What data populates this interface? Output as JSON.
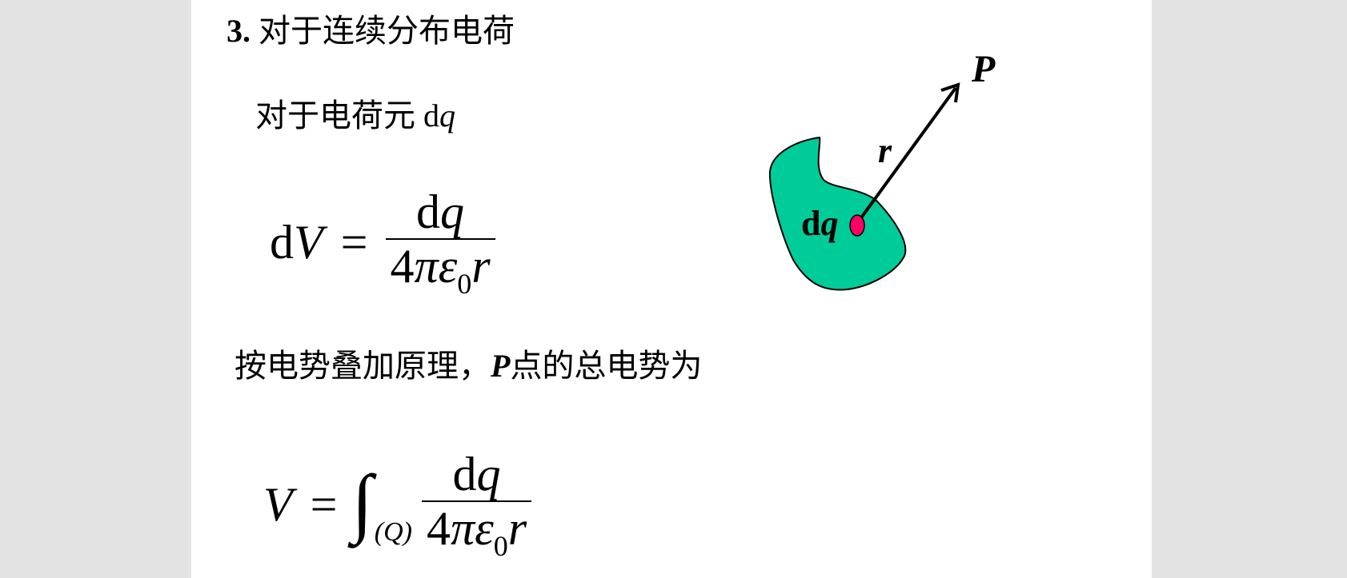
{
  "slide": {
    "heading": {
      "number": "3.",
      "text": "对于连续分布电荷"
    },
    "element_line": {
      "text": "对于电荷元 ",
      "symbol_d": "d",
      "symbol_q": "q"
    },
    "equation_dV": {
      "lhs_d": "d",
      "lhs_V": "V",
      "equals": "=",
      "numerator_d": "d",
      "numerator_q": "q",
      "denominator_4": "4",
      "denominator_pi": "π",
      "denominator_eps": "ε",
      "denominator_sub": "0",
      "denominator_r": "r"
    },
    "principle_line": {
      "before": "按电势叠加原理，",
      "point": "P",
      "after": "点的总电势为"
    },
    "equation_V": {
      "lhs_V": "V",
      "equals": "=",
      "integral": "∫",
      "limit": "(Q)",
      "numerator_d": "d",
      "numerator_q": "q",
      "denominator_4": "4",
      "denominator_pi": "π",
      "denominator_eps": "ε",
      "denominator_sub": "0",
      "denominator_r": "r"
    },
    "diagram": {
      "label_P": "P",
      "label_r": "r",
      "label_dq_d": "d",
      "label_dq_q": "q",
      "blob_color": "#00cc99",
      "charge_color": "#ff0066"
    }
  }
}
